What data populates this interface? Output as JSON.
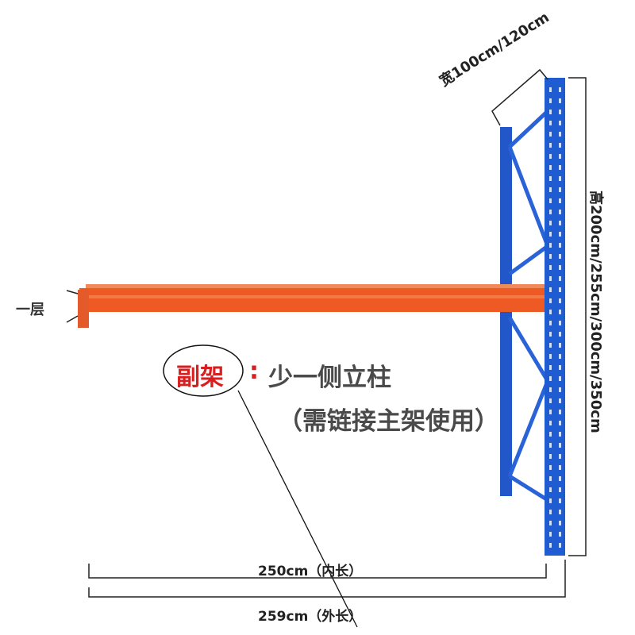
{
  "labels": {
    "layer": "一层",
    "width": "宽100cm/120cm",
    "height": "高200cm/255cm/300cm/350cm",
    "inner_length": "250cm（内长）",
    "outer_length": "259cm（外长）",
    "sub_frame": "副架",
    "colon": ":",
    "desc_line1": "少一侧立柱",
    "desc_line2": "（需链接主架使用）"
  },
  "colors": {
    "upright": "#1f5bd1",
    "beam": "#ee5a24",
    "highlight": "#d81e1e",
    "text": "#444444"
  }
}
